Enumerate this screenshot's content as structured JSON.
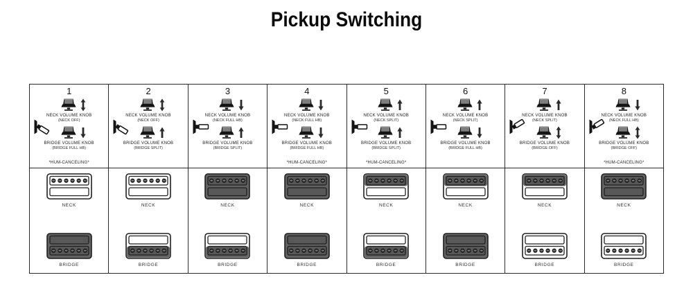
{
  "title": "Pickup Switching",
  "colors": {
    "dark": "#636363",
    "coil_dark": "#585858",
    "outline": "#1f1f1f",
    "white": "#ffffff",
    "arrow": "#2a2a2a"
  },
  "columns": [
    {
      "number": "1",
      "switch_position": "down",
      "neck_knob": {
        "label": "NECK VOLUME KNOB",
        "sublabel": "(NECK OFF)",
        "arrow": "both"
      },
      "bridge_knob": {
        "label": "BRIDGE VOLUME KNOB",
        "sublabel": "(BRIDGE FULL HB)",
        "arrow": "down"
      },
      "note": "*HUM-CANCELING*",
      "neck_pickup": {
        "label": "NECK",
        "state": "off"
      },
      "bridge_pickup": {
        "label": "BRIDGE",
        "state": "full"
      }
    },
    {
      "number": "2",
      "switch_position": "down",
      "neck_knob": {
        "label": "NECK VOLUME KNOB",
        "sublabel": "(NECK OFF)",
        "arrow": "both"
      },
      "bridge_knob": {
        "label": "BRIDGE VOLUME KNOB",
        "sublabel": "(BRIDGE SPLIT)",
        "arrow": "up"
      },
      "note": "",
      "neck_pickup": {
        "label": "NECK",
        "state": "off"
      },
      "bridge_pickup": {
        "label": "BRIDGE",
        "state": "split"
      }
    },
    {
      "number": "3",
      "switch_position": "middle",
      "neck_knob": {
        "label": "NECK VOLUME KNOB",
        "sublabel": "(NECK FULL HB)",
        "arrow": "down"
      },
      "bridge_knob": {
        "label": "BRIDGE VOLUME KNOB",
        "sublabel": "(BRIDGE SPLIT)",
        "arrow": "up"
      },
      "note": "",
      "neck_pickup": {
        "label": "NECK",
        "state": "full"
      },
      "bridge_pickup": {
        "label": "BRIDGE",
        "state": "split"
      }
    },
    {
      "number": "4",
      "switch_position": "middle",
      "neck_knob": {
        "label": "NECK VOLUME KNOB",
        "sublabel": "(NECK FULL HB)",
        "arrow": "down"
      },
      "bridge_knob": {
        "label": "BRIDGE VOLUME KNOB",
        "sublabel": "(BRIDGE FULL HB)",
        "arrow": "down"
      },
      "note": "*HUM-CANCELING*",
      "neck_pickup": {
        "label": "NECK",
        "state": "full"
      },
      "bridge_pickup": {
        "label": "BRIDGE",
        "state": "full"
      }
    },
    {
      "number": "5",
      "switch_position": "middle",
      "neck_knob": {
        "label": "NECK VOLUME KNOB",
        "sublabel": "(NECK SPLIT)",
        "arrow": "up"
      },
      "bridge_knob": {
        "label": "BRIDGE VOLUME KNOB",
        "sublabel": "(BRIDGE SPLIT)",
        "arrow": "up"
      },
      "note": "*HUM-CANCELING*",
      "neck_pickup": {
        "label": "NECK",
        "state": "split"
      },
      "bridge_pickup": {
        "label": "BRIDGE",
        "state": "split"
      }
    },
    {
      "number": "6",
      "switch_position": "middle",
      "neck_knob": {
        "label": "NECK VOLUME KNOB",
        "sublabel": "(NECK SPLIT)",
        "arrow": "up"
      },
      "bridge_knob": {
        "label": "BRIDGE VOLUME KNOB",
        "sublabel": "(BRIDGE FULL HB)",
        "arrow": "down"
      },
      "note": "",
      "neck_pickup": {
        "label": "NECK",
        "state": "split"
      },
      "bridge_pickup": {
        "label": "BRIDGE",
        "state": "full"
      }
    },
    {
      "number": "7",
      "switch_position": "up",
      "neck_knob": {
        "label": "NECK VOLUME KNOB",
        "sublabel": "(NECK SPLIT)",
        "arrow": "up"
      },
      "bridge_knob": {
        "label": "BRIDGE VOLUME KNOB",
        "sublabel": "(BRIDGE OFF)",
        "arrow": "both"
      },
      "note": "",
      "neck_pickup": {
        "label": "NECK",
        "state": "split"
      },
      "bridge_pickup": {
        "label": "BRIDGE",
        "state": "off"
      }
    },
    {
      "number": "8",
      "switch_position": "up",
      "neck_knob": {
        "label": "NECK VOLUME KNOB",
        "sublabel": "(NECK FULL HB)",
        "arrow": "down"
      },
      "bridge_knob": {
        "label": "BRIDGE VOLUME KNOB",
        "sublabel": "(BRIDGE OFF)",
        "arrow": "both"
      },
      "note": "*HUM-CANCELING*",
      "neck_pickup": {
        "label": "NECK",
        "state": "full"
      },
      "bridge_pickup": {
        "label": "BRIDGE",
        "state": "off"
      }
    }
  ]
}
